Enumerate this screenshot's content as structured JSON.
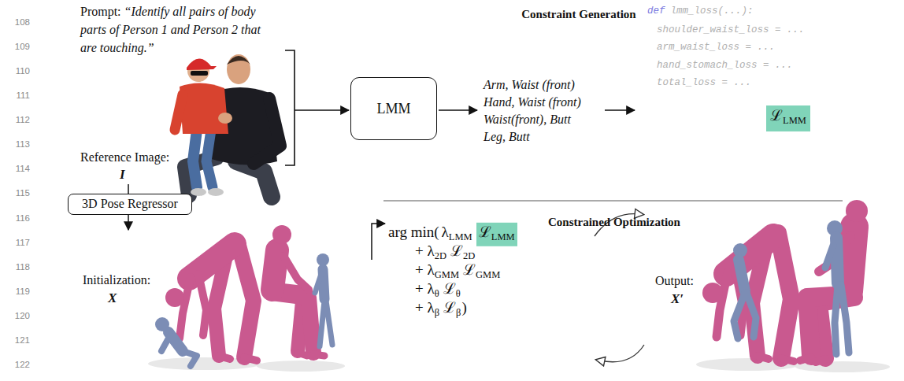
{
  "diagram": {
    "nodes": [
      {
        "text": [
          "LMM"
        ]
      },
      {
        "text": [
          "ℒ",
          "LMM"
        ]
      },
      {
        "text": [
          "3D Pose Regressor"
        ]
      },
      {
        "text": [
          "ℒ",
          "LMM"
        ]
      }
    ],
    "labels": [
      "108",
      "109",
      "110",
      "111",
      "112",
      "113",
      "114",
      "115",
      "116",
      "117",
      "118",
      "119",
      "120",
      "121",
      "122",
      "Prompt:",
      "“Identify all pairs of body parts of Person 1 and Person 2 that are touching.”",
      "Reference Image:",
      "I",
      "Initialization:",
      "X",
      "Constraint Generation",
      "Arm, Waist (front)",
      "Hand, Waist (front)",
      "Waist(front), Butt",
      "Leg, Butt",
      "def",
      "lmm_loss(...):",
      "shoulder_waist_loss = ...",
      "arm_waist_loss = ...",
      "hand_stomach_loss = ...",
      "total_loss = ...",
      "Constrained Optimization",
      "arg min(",
      "λ",
      "LMM",
      "+ λ",
      "2D",
      "ℒ",
      "2D",
      "+ λ",
      "GMM",
      "ℒ",
      "GMM",
      "+ λ",
      "θ",
      "ℒ",
      "θ",
      "+ λ",
      "β",
      "ℒ",
      "β",
      ")",
      "Output:",
      "X′"
    ]
  }
}
